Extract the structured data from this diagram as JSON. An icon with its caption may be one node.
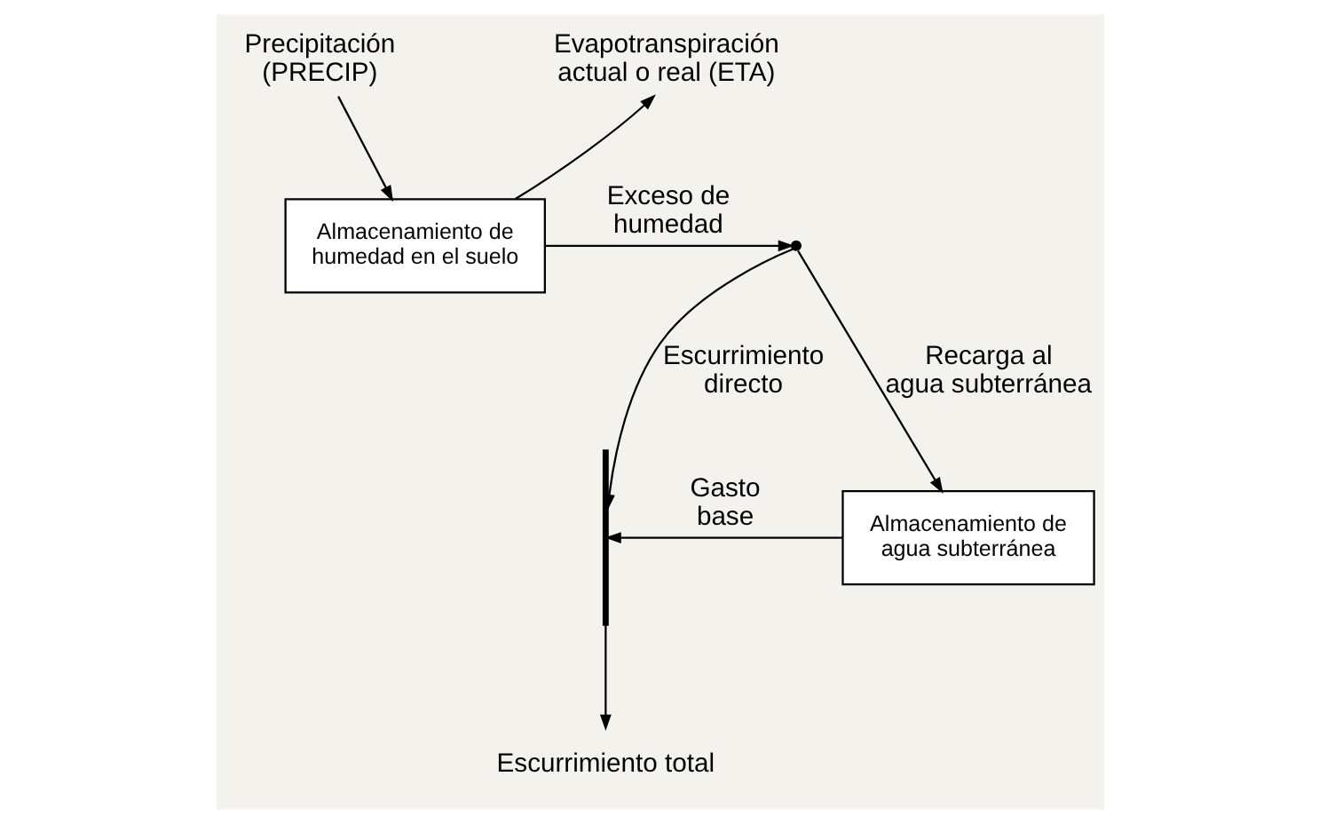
{
  "diagram": {
    "nodes": [
      {
        "text": [
          "Precipitación (PRECIP)"
        ]
      },
      {
        "text": [
          "Evapotranspiración actual o real (ETA)"
        ]
      },
      {
        "text": [
          "Almacenamiento de humedad en el suelo"
        ]
      },
      {
        "text": [],
        "shape": "point"
      },
      {
        "text": [],
        "shape": "bar"
      },
      {
        "text": [
          "Almacenamiento de agua subterránea"
        ]
      },
      {
        "text": [
          "Escurrimiento total"
        ]
      }
    ],
    "edges": [
      {
        "from": 0,
        "to": 2,
        "arrow": "to"
      },
      {
        "from": 2,
        "to": 1,
        "arrow": "to"
      },
      {
        "from": 2,
        "to": 3,
        "arrow": "to",
        "label": "Exceso de humedad"
      },
      {
        "from": 3,
        "to": 4,
        "arrow": "to",
        "label": "Escurrimiento directo"
      },
      {
        "from": 3,
        "to": 5,
        "arrow": "to",
        "label": "Recarga al agua subterránea"
      },
      {
        "from": 5,
        "to": 4,
        "arrow": "to",
        "label": "Gasto base"
      },
      {
        "from": 4,
        "to": 6,
        "arrow": "to"
      }
    ]
  }
}
